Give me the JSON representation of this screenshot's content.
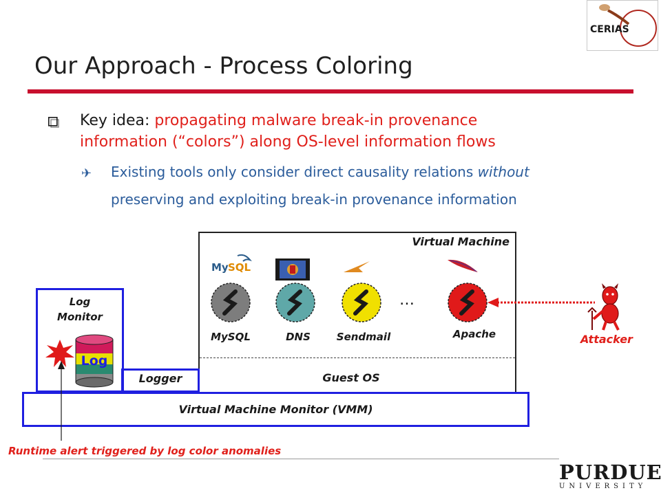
{
  "logos": {
    "cerias_text": "CERIAS",
    "purdue_line1": "PURDUE",
    "purdue_line2": "UNIVERSITY"
  },
  "slide": {
    "title": "Our Approach - Process Coloring",
    "bullet": {
      "prefix": "Key idea: ",
      "highlight_line1": "propagating malware break-in provenance",
      "highlight_line2": "information (“colors”) along OS-level information flows"
    },
    "sub_bullet": {
      "line1_a": "Existing tools only consider direct causality relations ",
      "line1_em": "without",
      "line2": "preserving and exploiting break-in provenance information"
    }
  },
  "diagram": {
    "virtual_machine_label": "Virtual Machine",
    "guest_os_label": "Guest OS",
    "logger_label": "Logger",
    "log_monitor_label_1": "Log",
    "log_monitor_label_2": "Monitor",
    "log_db_label": "Log",
    "vmm_label": "Virtual Machine Monitor (VMM)",
    "ellipsis": "…",
    "attacker_label": "Attacker",
    "alert_caption": "Runtime alert triggered by log color anomalies",
    "processes": [
      {
        "name": "MySQL",
        "color": "#7d7d7d"
      },
      {
        "name": "DNS",
        "color": "#5fa8a8"
      },
      {
        "name": "Sendmail",
        "color": "#f0e000"
      },
      {
        "name": "Apache",
        "color": "#e01a1a"
      }
    ],
    "colors": {
      "box_border": "#1f1fe0",
      "title_rule": "#c8102e",
      "alert_red": "#e0201b",
      "log_band_yellow": "#e8e000",
      "log_band_green": "#2a8a70",
      "log_band_gray": "#8a8a8a"
    }
  }
}
